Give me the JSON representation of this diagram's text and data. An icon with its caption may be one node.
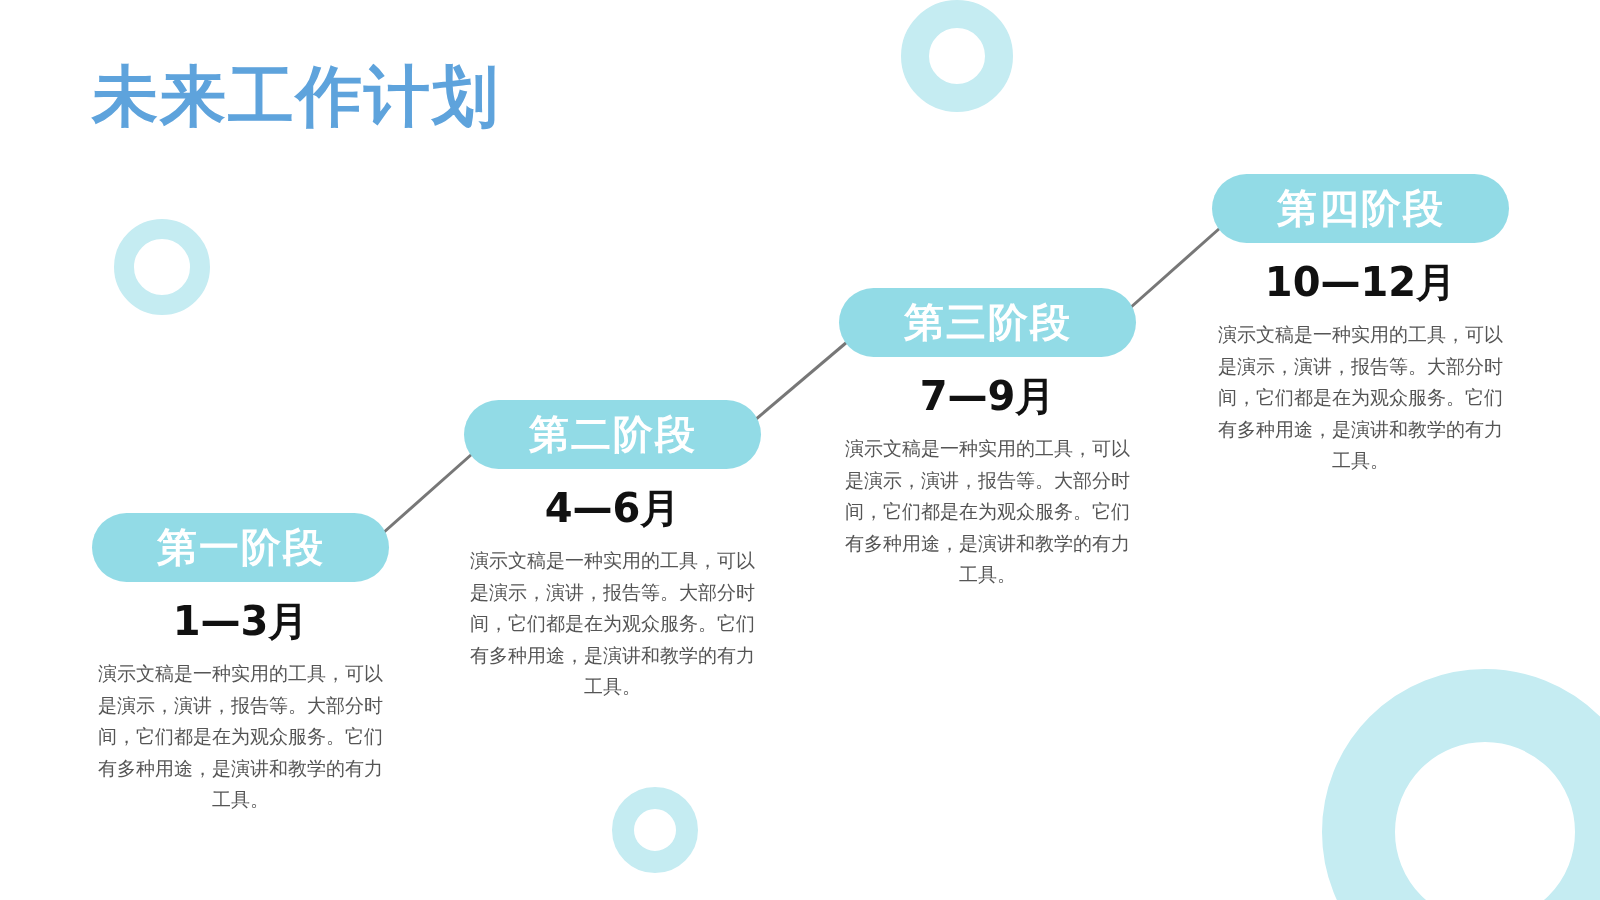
{
  "diagram": {
    "title": "未来工作计划",
    "nodes": [
      {
        "text": [
          "第一阶段"
        ],
        "beside": [
          "1—3月",
          "演示文稿是一种实用的工具，可以是演示，演讲，报告等。大部分时间，它们都是在为观众服务。它们有多种用途，是演讲和教学的有力工具。"
        ]
      },
      {
        "text": [
          "第二阶段"
        ],
        "beside": [
          "4—6月",
          "演示文稿是一种实用的工具，可以是演示，演讲，报告等。大部分时间，它们都是在为观众服务。它们有多种用途，是演讲和教学的有力工具。"
        ]
      },
      {
        "text": [
          "第三阶段"
        ],
        "beside": [
          "7—9月",
          "演示文稿是一种实用的工具，可以是演示，演讲，报告等。大部分时间，它们都是在为观众服务。它们有多种用途，是演讲和教学的有力工具。"
        ]
      },
      {
        "text": [
          "第四阶段"
        ],
        "beside": [
          "10—12月",
          "演示文稿是一种实用的工具，可以是演示，演讲，报告等。大部分时间，它们都是在为观众服务。它们有多种用途，是演讲和教学的有力工具。"
        ]
      }
    ],
    "edges": [
      {
        "from": 0,
        "to": 1,
        "arrow": "none"
      },
      {
        "from": 1,
        "to": 2,
        "arrow": "none"
      },
      {
        "from": 2,
        "to": 3,
        "arrow": "none"
      }
    ]
  }
}
